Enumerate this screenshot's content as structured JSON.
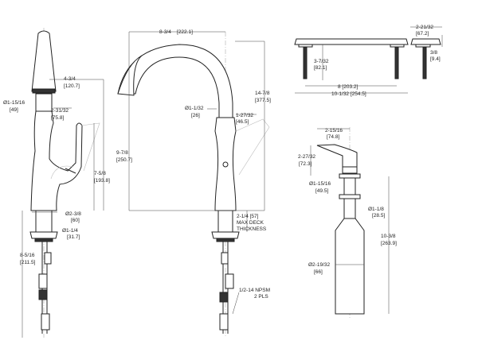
{
  "side_faucet": {
    "spout_reach": "4-3/4",
    "spout_reach_mm": "[120.7]",
    "head_dia": "Ø1-15/16",
    "head_dia_mm": "[49]",
    "handle_offset": "2-31/32",
    "handle_offset_mm": "[75.8]",
    "height_total": "9-7/8",
    "height_total_mm": "[250.7]",
    "handle_height": "7-5/8",
    "handle_height_mm": "[193.8]",
    "base_dia": "Ø2-3/8",
    "base_dia_mm": "[60]",
    "shank_dia": "Ø1-1/4",
    "shank_dia_mm": "[31.7]",
    "below_deck": "8-5/16",
    "below_deck_mm": "[211.5]"
  },
  "front_faucet": {
    "reach": "8-3/4",
    "reach_mm": "[222.1]",
    "height": "14-7/8",
    "height_mm": "[377.5]",
    "spout_dia": "Ø1-1/32",
    "spout_dia_mm": "[26]",
    "body_width": "1-27/32",
    "body_width_mm": "[46.5]",
    "deck": "2-1/4  [57]",
    "deck_line2": "MAX  DECK",
    "deck_line3": "THICKNESS",
    "connection": "1/2-14  NPSM",
    "connection_line2": "2  PLS"
  },
  "deck_plate": {
    "stud_length": "3-7/32",
    "stud_length_mm": "[82.1]",
    "stud_spacing": "8  [203.2]",
    "plate_length": "10-1/32  [254.5]",
    "plate_depth": "2-21/32",
    "plate_depth_mm": "[67.2]",
    "plate_height": "3/8",
    "plate_height_mm": "[9.4]"
  },
  "soap_dispenser": {
    "nozzle_reach": "2-15/16",
    "nozzle_reach_mm": "[74.8]",
    "pump_height": "2-27/32",
    "pump_height_mm": "[72.3]",
    "flange_dia": "Ø1-15/16",
    "flange_dia_mm": "[49.5]",
    "shank_dia": "Ø1-1/8",
    "shank_dia_mm": "[28.5]",
    "below_deck": "10-3/8",
    "below_deck_mm": "[263.9]",
    "bottle_dia": "Ø2-19/32",
    "bottle_dia_mm": "[66]"
  }
}
